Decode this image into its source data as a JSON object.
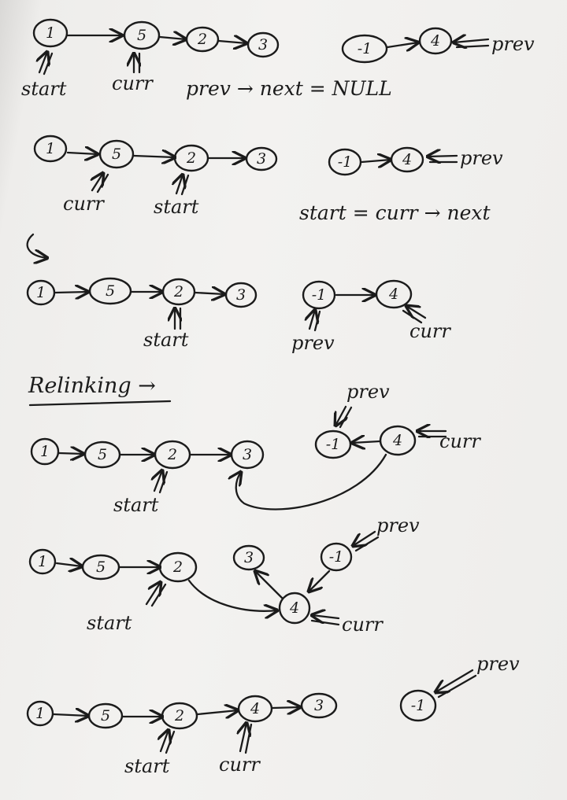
{
  "heading": "Relinking →",
  "panels": [
    {
      "nodes": [
        "1",
        "5",
        "2",
        "3",
        "-1",
        "4"
      ],
      "labels": [
        "start",
        "curr",
        "prev"
      ],
      "note": "prev → next = NULL"
    },
    {
      "nodes": [
        "1",
        "5",
        "2",
        "3",
        "-1",
        "4"
      ],
      "labels": [
        "curr",
        "start",
        "prev"
      ],
      "note": "start = curr → next"
    },
    {
      "nodes": [
        "1",
        "5",
        "2",
        "3",
        "-1",
        "4"
      ],
      "labels": [
        "start",
        "prev",
        "curr"
      ]
    },
    {
      "nodes": [
        "1",
        "5",
        "2",
        "3",
        "-1",
        "4"
      ],
      "labels": [
        "prev",
        "curr",
        "start"
      ]
    },
    {
      "nodes": [
        "1",
        "5",
        "2",
        "3",
        "-1",
        "4"
      ],
      "labels": [
        "prev",
        "start",
        "curr"
      ]
    },
    {
      "nodes": [
        "1",
        "5",
        "2",
        "4",
        "3",
        "-1"
      ],
      "labels": [
        "prev",
        "start",
        "curr"
      ]
    }
  ]
}
